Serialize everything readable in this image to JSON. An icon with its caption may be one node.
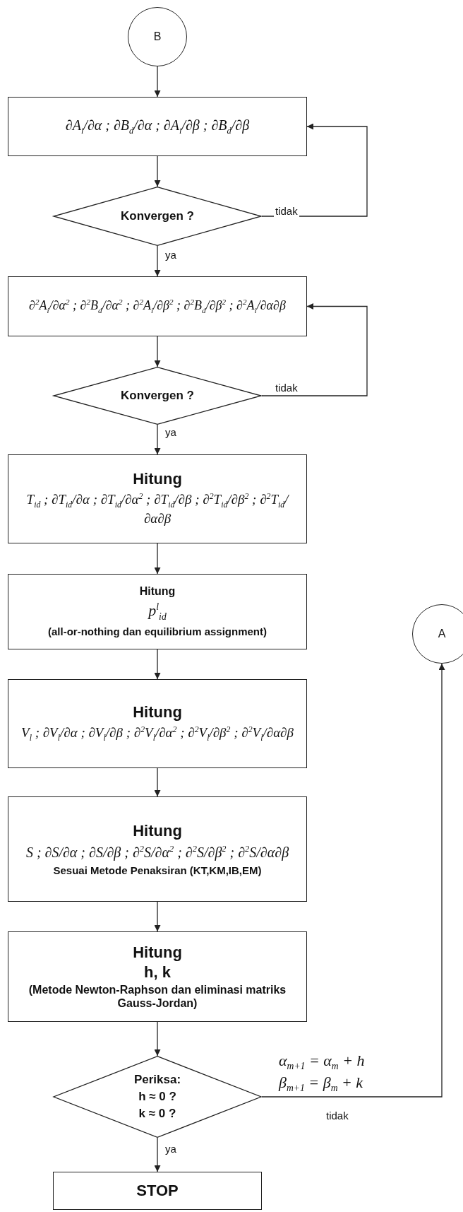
{
  "diagram": {
    "nodes": [
      {
        "text": [
          "B"
        ]
      },
      {
        "text": [
          "∂A$_{i}$/∂α ; ∂B$_{d}$/∂α ; ∂A$_{i}$/∂β ; ∂B$_{d}$/∂β"
        ]
      },
      {
        "text": [
          "Konvergen ?"
        ]
      },
      {
        "text": [
          "∂$^{2}$A$_{i}$/∂α$^{2}$ ; ∂$^{2}$B$_{d}$/∂α$^{2}$ ; ∂$^{2}$A$_{i}$/∂β$^{2}$ ; ∂$^{2}$B$_{d}$/∂β$^{2}$ ; ∂$^{2}$A$_{i}$/∂α∂β"
        ]
      },
      {
        "text": [
          "Konvergen ?"
        ]
      },
      {
        "text": [
          "Hitung",
          "T$_{id}$ ; ∂T$_{id}$/∂α ; ∂T$_{id}$/∂α$^{2}$ ; ∂T$_{id}$/∂β ; ∂$^{2}$T$_{id}$/∂β$^{2}$ ; ∂$^{2}$T$_{id}$/∂α∂β"
        ]
      },
      {
        "text": [
          "Hitung",
          "p$^{l}$$_{id}$",
          "(all-or-nothing dan equilibrium assignment)"
        ]
      },
      {
        "text": [
          "Hitung",
          "V$_{l}$ ; ∂V$_{l}$/∂α ; ∂V$_{l}$/∂β ; ∂$^{2}$V$_{l}$/∂α$^{2}$ ; ∂$^{2}$V$_{l}$/∂β$^{2}$ ; ∂$^{2}$V$_{l}$/∂α∂β"
        ]
      },
      {
        "text": [
          "Hitung",
          "S ; ∂S/∂α ; ∂S/∂β ; ∂$^{2}$S/∂α$^{2}$ ; ∂$^{2}$S/∂β$^{2}$ ; ∂$^{2}$S/∂α∂β",
          "Sesuai Metode Penaksiran (KT,KM,IB,EM)"
        ]
      },
      {
        "text": [
          "Hitung",
          "h, k",
          "(Metode Newton-Raphson dan eliminasi matriks Gauss-Jordan)"
        ]
      },
      {
        "text": [
          "Periksa:",
          "h ≈ 0 ?",
          "k ≈ 0 ?"
        ]
      },
      {
        "text": [
          "STOP"
        ]
      },
      {
        "text": [
          "A"
        ]
      }
    ],
    "edges": [
      {
        "from": 0,
        "to": 1,
        "arrow": "to"
      },
      {
        "from": 1,
        "to": 2,
        "arrow": "to"
      },
      {
        "from": 2,
        "to": 1,
        "arrow": "to",
        "label": "tidak"
      },
      {
        "from": 2,
        "to": 3,
        "arrow": "to",
        "label": "ya"
      },
      {
        "from": 3,
        "to": 4,
        "arrow": "to"
      },
      {
        "from": 4,
        "to": 3,
        "arrow": "to",
        "label": "tidak"
      },
      {
        "from": 4,
        "to": 5,
        "arrow": "to",
        "label": "ya"
      },
      {
        "from": 5,
        "to": 6,
        "arrow": "to"
      },
      {
        "from": 6,
        "to": 7,
        "arrow": "to"
      },
      {
        "from": 7,
        "to": 8,
        "arrow": "to"
      },
      {
        "from": 8,
        "to": 9,
        "arrow": "to"
      },
      {
        "from": 9,
        "to": 10,
        "arrow": "to"
      },
      {
        "from": 10,
        "to": 12,
        "arrow": "to",
        "label": "tidak"
      },
      {
        "from": 10,
        "to": 11,
        "arrow": "to",
        "label": "ya"
      }
    ],
    "labels": [
      "α$_{m+1}$ = α$_{m}$ + h",
      "β$_{m+1}$ = β$_{m}$ + k"
    ]
  }
}
